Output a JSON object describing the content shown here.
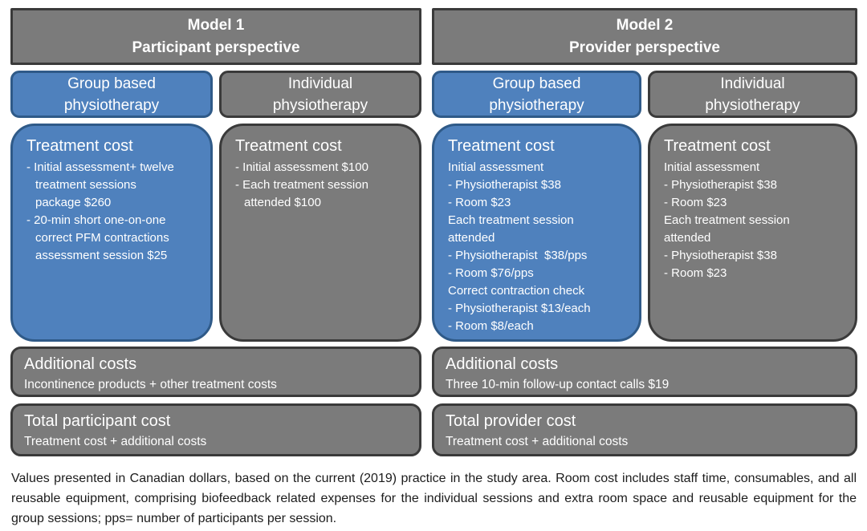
{
  "colors": {
    "blue_fill": "#4f81bd",
    "blue_border": "#2f5a88",
    "gray_fill": "#7b7b7b",
    "gray_border": "#3a3a3a",
    "box_text": "#ffffff",
    "footnote_text": "#1c1c1c"
  },
  "models": [
    {
      "title": "Model 1",
      "perspective": "Participant perspective",
      "columns": [
        {
          "header": "Group based\nphysiotherapy",
          "treatment": {
            "title": "Treatment cost",
            "lines": [
              "- Initial assessment+ twelve\ntreatment sessions\npackage $260",
              "- 20-min short one-on-one\ncorrect PFM contractions\nassessment session $25"
            ]
          }
        },
        {
          "header": "Individual\nphysiotherapy",
          "treatment": {
            "title": "Treatment cost",
            "lines": [
              "- Initial assessment $100",
              "- Each treatment session\nattended $100"
            ]
          }
        }
      ],
      "additional": {
        "title": "Additional costs",
        "body": "Incontinence products + other treatment costs"
      },
      "total": {
        "title": "Total participant cost",
        "body": "Treatment cost + additional costs"
      }
    },
    {
      "title": "Model 2",
      "perspective": "Provider perspective",
      "columns": [
        {
          "header": "Group based\nphysiotherapy",
          "treatment": {
            "title": "Treatment cost",
            "lines": [
              "Initial assessment",
              "- Physiotherapist $38",
              "- Room $23",
              "Each treatment session\nattended",
              "- Physiotherapist  $38/pps",
              "- Room $76/pps",
              "Correct contraction check",
              "- Physiotherapist $13/each",
              "- Room $8/each"
            ]
          }
        },
        {
          "header": "Individual\nphysiotherapy",
          "treatment": {
            "title": "Treatment cost",
            "lines": [
              "Initial assessment",
              "- Physiotherapist $38",
              "- Room $23",
              "Each treatment session\nattended",
              "- Physiotherapist $38",
              "- Room $23"
            ]
          }
        }
      ],
      "additional": {
        "title": "Additional costs",
        "body": "Three 10-min follow-up contact calls $19"
      },
      "total": {
        "title": "Total provider cost",
        "body": "Treatment cost + additional costs"
      }
    }
  ],
  "footnote": "Values presented in Canadian dollars, based on the current (2019) practice in the study area. Room cost includes staff time, consumables, and all reusable equipment, comprising biofeedback related expenses for the individual sessions and extra room space and reusable equipment for the group sessions; pps= number of participants per session."
}
